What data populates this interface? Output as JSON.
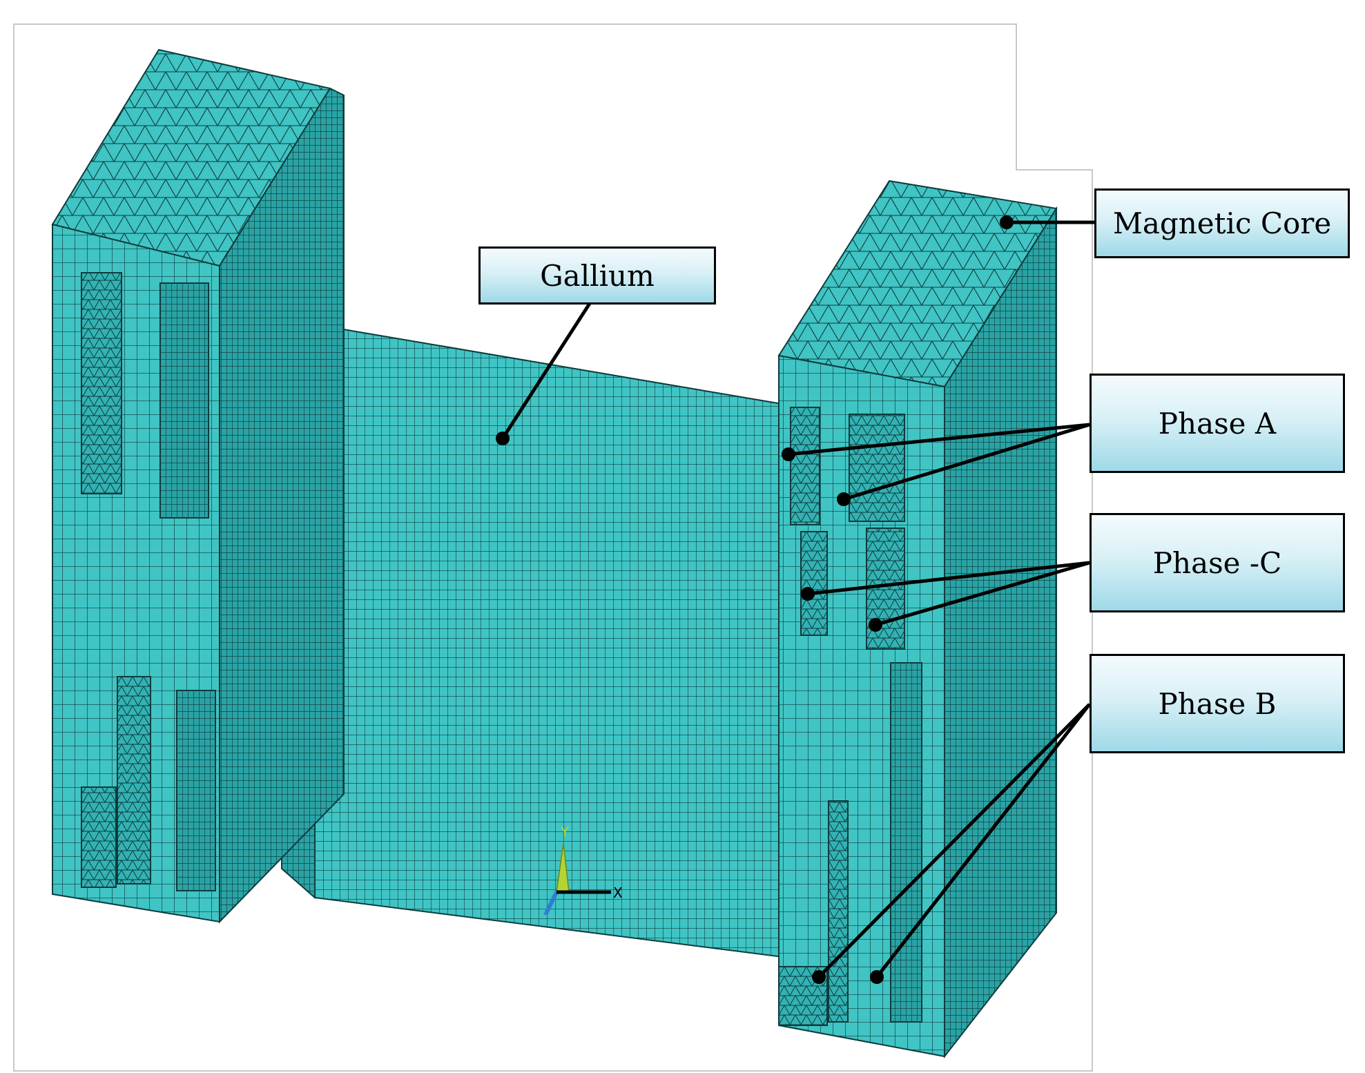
{
  "colors": {
    "mesh_fill": "#40c4c4",
    "mesh_dark": "#1f8a8c",
    "mesh_line": "#0e3b3c",
    "axis_y": "#b5d334",
    "axis_z": "#2e7fd0",
    "axis_x": "#000000"
  },
  "labels": {
    "gallium": "Gallium",
    "magnetic_core": "Magnetic Core",
    "phase_a": "Phase A",
    "phase_neg_c": "Phase -C",
    "phase_b": "Phase B"
  },
  "axes": {
    "y": "Y",
    "x": "X"
  }
}
